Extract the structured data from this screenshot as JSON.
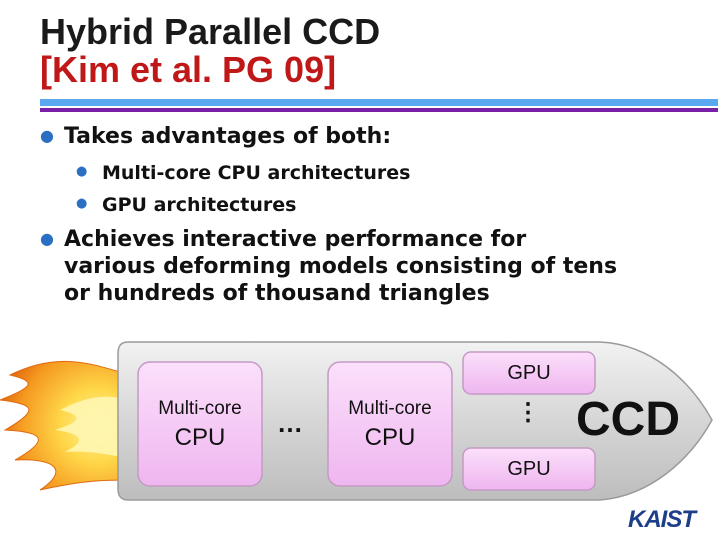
{
  "slide": {
    "title": "Hybrid Parallel CCD",
    "subtitle": "[Kim et al. PG 09]",
    "bullets": [
      {
        "text": "Takes advantages of both:",
        "sub": [
          "Multi-core CPU architectures",
          "GPU architectures"
        ]
      },
      {
        "text": "Achieves interactive performance for various deforming models consisting of tens or hundreds of thousand triangles"
      }
    ],
    "bullet_glyph": "●"
  },
  "diagram": {
    "cpu_boxes": [
      {
        "line1": "Multi-core",
        "line2": "CPU"
      },
      {
        "line1": "Multi-core",
        "line2": "CPU"
      }
    ],
    "cpu_ellipsis": "…",
    "gpu_boxes": [
      "GPU",
      "GPU"
    ],
    "gpu_ellipsis": "⋮",
    "label": "CCD"
  },
  "footer": {
    "logo_text": "KAIST"
  },
  "colors": {
    "title": "#1a1a1a",
    "subtitle": "#c01818",
    "rule_blue": "#5aa8f0",
    "rule_purple": "#7a1fa8",
    "cpu_box": "#f6c6f6",
    "gpu_box": "#f6c6f6",
    "rocket_body": "#d8d8d8",
    "flame_outer": "#f07a10",
    "flame_inner": "#ffd84a",
    "logo": "#1d3f8a"
  }
}
